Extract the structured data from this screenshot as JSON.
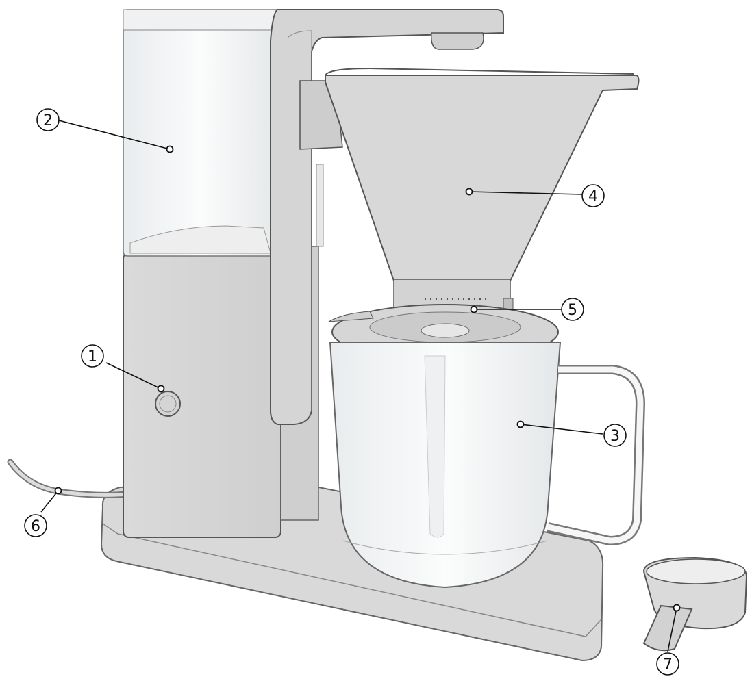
{
  "callouts": [
    {
      "id": "1",
      "label": "1"
    },
    {
      "id": "2",
      "label": "2"
    },
    {
      "id": "3",
      "label": "3"
    },
    {
      "id": "4",
      "label": "4"
    },
    {
      "id": "5",
      "label": "5"
    },
    {
      "id": "6",
      "label": "6"
    },
    {
      "id": "7",
      "label": "7"
    }
  ],
  "colors": {
    "body_fill": "#d7d7d7",
    "body_stroke": "#555555",
    "glass_fill": "#f4f5f6",
    "background": "#ffffff"
  }
}
